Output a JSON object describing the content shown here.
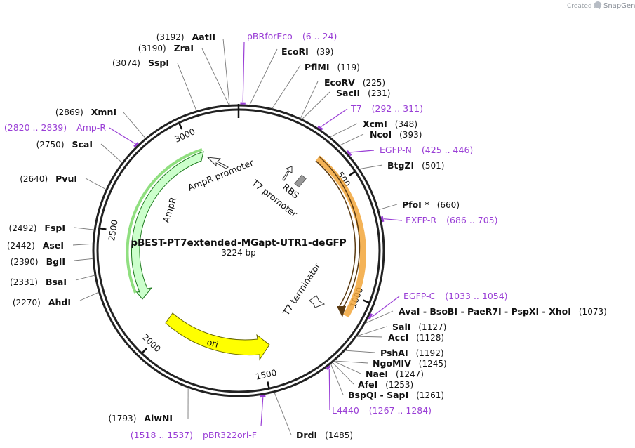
{
  "credit": {
    "prefix": "Created by",
    "brand": "SnapGene"
  },
  "plasmid": {
    "name": "pBEST-PT7extended-MGapt-UTR1-deGFP",
    "size_label": "3224 bp",
    "length": 3224
  },
  "ruler_ticks": [
    {
      "pos": 500,
      "label": "500"
    },
    {
      "pos": 1000,
      "label": "1000"
    },
    {
      "pos": 1500,
      "label": "1500"
    },
    {
      "pos": 2000,
      "label": "2000"
    },
    {
      "pos": 2500,
      "label": "2500"
    },
    {
      "pos": 3000,
      "label": "3000"
    }
  ],
  "sites": [
    {
      "pos": 39,
      "name": "EcoRI",
      "position": "(39)"
    },
    {
      "pos": 119,
      "name": "PflMI",
      "position": "(119)"
    },
    {
      "pos": 225,
      "name": "EcoRV",
      "position": "(225)"
    },
    {
      "pos": 231,
      "name": "SacII",
      "position": "(231)"
    },
    {
      "pos": 348,
      "name": "XcmI",
      "position": "(348)"
    },
    {
      "pos": 393,
      "name": "NcoI",
      "position": "(393)"
    },
    {
      "pos": 501,
      "name": "BtgZI",
      "position": "(501)"
    },
    {
      "pos": 660,
      "name": "PfoI *",
      "position": "(660)"
    },
    {
      "pos": 1073,
      "name": "AvaI  -  BsoBI  -  PaeR7I  -  PspXI  -  XhoI",
      "position": "(1073)"
    },
    {
      "pos": 1127,
      "name": "SalI",
      "position": "(1127)"
    },
    {
      "pos": 1128,
      "name": "AccI",
      "position": "(1128)"
    },
    {
      "pos": 1192,
      "name": "PshAI",
      "position": "(1192)"
    },
    {
      "pos": 1245,
      "name": "NgoMIV",
      "position": "(1245)"
    },
    {
      "pos": 1247,
      "name": "NaeI",
      "position": "(1247)"
    },
    {
      "pos": 1253,
      "name": "AfeI",
      "position": "(1253)"
    },
    {
      "pos": 1261,
      "name": "BspQI  -  SapI",
      "position": "(1261)"
    },
    {
      "pos": 1485,
      "name": "DrdI",
      "position": "(1485)"
    },
    {
      "pos": 1793,
      "name": "AlwNI",
      "position": "(1793)"
    },
    {
      "pos": 2270,
      "name": "AhdI",
      "position": "(2270)"
    },
    {
      "pos": 2331,
      "name": "BsaI",
      "position": "(2331)"
    },
    {
      "pos": 2390,
      "name": "BglI",
      "position": "(2390)"
    },
    {
      "pos": 2442,
      "name": "AseI",
      "position": "(2442)"
    },
    {
      "pos": 2492,
      "name": "FspI",
      "position": "(2492)"
    },
    {
      "pos": 2640,
      "name": "PvuI",
      "position": "(2640)"
    },
    {
      "pos": 2750,
      "name": "ScaI",
      "position": "(2750)"
    },
    {
      "pos": 2869,
      "name": "XmnI",
      "position": "(2869)"
    },
    {
      "pos": 3074,
      "name": "SspI",
      "position": "(3074)"
    },
    {
      "pos": 3190,
      "name": "ZraI",
      "position": "(3190)"
    },
    {
      "pos": 3192,
      "name": "AatII",
      "position": "(3192)"
    }
  ],
  "primers": [
    {
      "start": 6,
      "end": 24,
      "name": "pBRforEco",
      "range": "(6 .. 24)"
    },
    {
      "start": 292,
      "end": 311,
      "name": "T7",
      "range": "(292 .. 311)"
    },
    {
      "start": 425,
      "end": 446,
      "name": "EGFP-N",
      "range": "(425 .. 446)"
    },
    {
      "start": 686,
      "end": 705,
      "name": "EXFP-R",
      "range": "(686 .. 705)"
    },
    {
      "start": 1033,
      "end": 1054,
      "name": "EGFP-C",
      "range": "(1033 .. 1054)"
    },
    {
      "start": 1267,
      "end": 1284,
      "name": "L4440",
      "range": "(1267 .. 1284)"
    },
    {
      "start": 1518,
      "end": 1537,
      "name": "pBR322ori-F",
      "range": "(1518 .. 1537)"
    },
    {
      "start": 2820,
      "end": 2839,
      "name": "Amp-R",
      "range": "(2820 .. 2839)"
    }
  ],
  "features": [
    {
      "name": "AmpR promoter",
      "color": "#ffffff"
    },
    {
      "name": "AmpR",
      "color": "#ccffcc"
    },
    {
      "name": "T7 promoter",
      "color": "#ffffff"
    },
    {
      "name": "RBS",
      "color": "#999999"
    },
    {
      "name": "T7 terminator",
      "color": "#ffffff"
    },
    {
      "name": "ori",
      "color": "#ffff00"
    }
  ],
  "colors": {
    "backbone": "#222222",
    "primer": "#9a3fd6",
    "ampr_outline": "#7dd96a",
    "gfp_outline": "#f2a63a",
    "gfp_inner": "#c8862a"
  }
}
